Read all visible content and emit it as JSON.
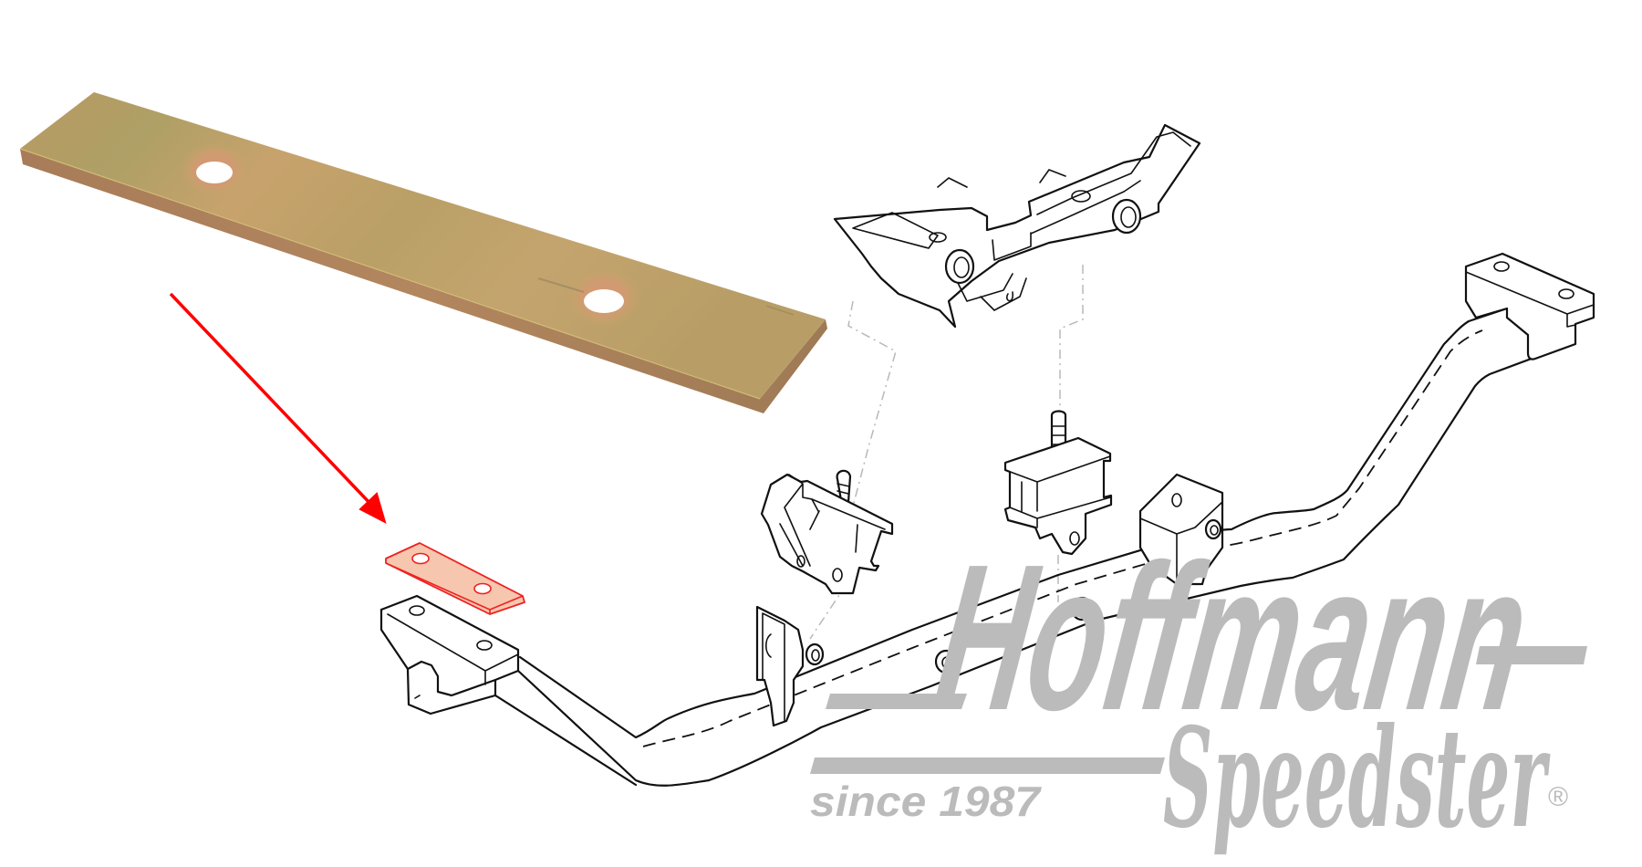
{
  "image": {
    "description": "Product illustration: engine carrier mount plate with exploded crossmember diagram",
    "background": "#ffffff"
  },
  "product_photo": {
    "subject": "flat-steel-spacer-plate",
    "holes": 2,
    "colors": {
      "top_light": "#c9a46a",
      "top_mid": "#b59a5e",
      "top_green": "#a8a062",
      "edge": "#a87a55",
      "hole_ring": "#c98f6a"
    }
  },
  "callout_arrow": {
    "color": "#ff0000"
  },
  "highlighted_part": {
    "fill": "#f7c6ae",
    "stroke": "#ee2222",
    "holes": 2
  },
  "diagram": {
    "parts": [
      "engine-carrier",
      "rubber-mount-left",
      "rubber-mount-right",
      "crossmember",
      "left-mount-block",
      "right-mount-block",
      "bracket-left",
      "bracket-right"
    ],
    "line_color": "#111111",
    "phantom_line_color": "#b8b8b8"
  },
  "logo": {
    "brand": "Hoffmann",
    "model": "Speedster",
    "tagline": "since 1987",
    "registered": "®",
    "color": "#bbbbbb"
  }
}
